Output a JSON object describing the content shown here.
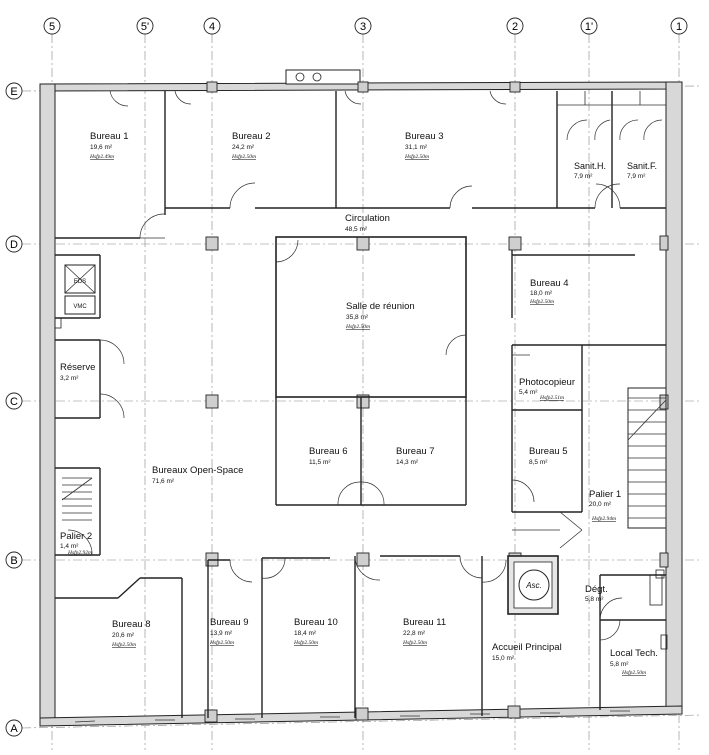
{
  "axes": {
    "columns": [
      "5",
      "5'",
      "4",
      "3",
      "2",
      "1'",
      "1"
    ],
    "rows": [
      "E",
      "D",
      "C",
      "B",
      "A"
    ]
  },
  "rooms": [
    {
      "name": "Bureau 1",
      "area": "19,6 m²",
      "hsp": "Hsfp2.49m"
    },
    {
      "name": "Bureau 2",
      "area": "24,2 m²",
      "hsp": "Hsfp2.50m"
    },
    {
      "name": "Bureau 3",
      "area": "31,1 m²",
      "hsp": "Hsfp2.50m"
    },
    {
      "name": "Sanit.H.",
      "area": "7,9 m²",
      "hsp": ""
    },
    {
      "name": "Sanit.F.",
      "area": "7,9 m²",
      "hsp": ""
    },
    {
      "name": "Circulation",
      "area": "48,5 m²",
      "hsp": ""
    },
    {
      "name": "Bureau 4",
      "area": "18,0 m²",
      "hsp": "Hsfp2.50m"
    },
    {
      "name": "Salle de réunion",
      "area": "35,8 m²",
      "hsp": "Hsfp2.50m"
    },
    {
      "name": "Réserve",
      "area": "3,2 m²",
      "hsp": ""
    },
    {
      "name": "Photocopieur",
      "area": "5,4 m²",
      "hsp": "Hsfp2.51m"
    },
    {
      "name": "Bureau 5",
      "area": "8,5 m²",
      "hsp": ""
    },
    {
      "name": "Bureau 6",
      "area": "11,5 m²",
      "hsp": ""
    },
    {
      "name": "Bureau 7",
      "area": "14,3 m²",
      "hsp": ""
    },
    {
      "name": "Bureaux Open-Space",
      "area": "71,6 m²",
      "hsp": ""
    },
    {
      "name": "Palier 1",
      "area": "20,0 m²",
      "hsp": "Hsfp2.94m"
    },
    {
      "name": "Palier 2",
      "area": "1,4 m²",
      "hsp": "Hsfp2.92m"
    },
    {
      "name": "Dégt.",
      "area": "5,8 m²",
      "hsp": ""
    },
    {
      "name": "Bureau 8",
      "area": "20,6 m²",
      "hsp": "Hsfp2.50m"
    },
    {
      "name": "Bureau 9",
      "area": "13,9 m²",
      "hsp": "Hsfp2.50m"
    },
    {
      "name": "Bureau 10",
      "area": "18,4 m²",
      "hsp": "Hsfp2.50m"
    },
    {
      "name": "Bureau 11",
      "area": "22,8 m²",
      "hsp": "Hsfp2.50m"
    },
    {
      "name": "Accueil Principal",
      "area": "15,0 m²",
      "hsp": ""
    },
    {
      "name": "Local Tech.",
      "area": "5,8 m²",
      "hsp": "Hsfp2.50m"
    }
  ],
  "fixtures": {
    "shaft_top": "EDS",
    "shaft_bottom": "VMC",
    "elevator": "Asc."
  }
}
